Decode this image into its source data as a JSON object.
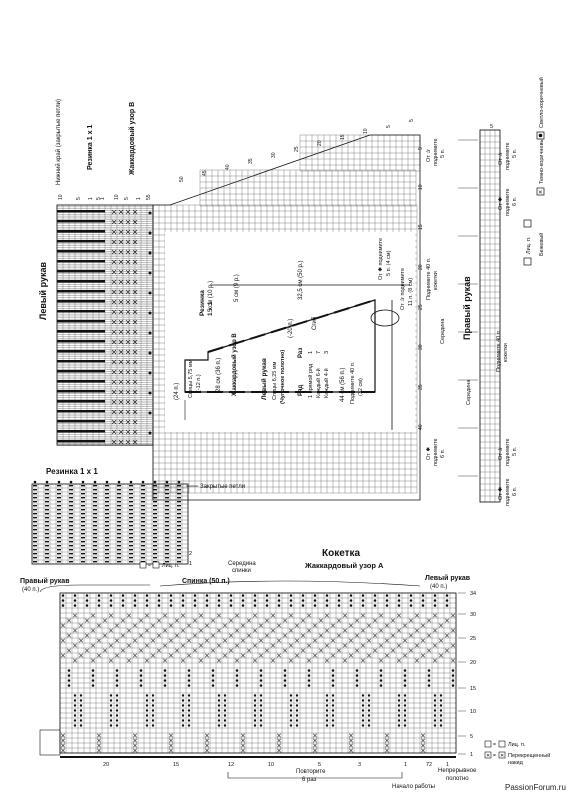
{
  "left_sleeve": {
    "title": "Левый рукав",
    "label_cast_off": "Нижний край (закрытые петли)",
    "label_rib": "Резинка 1 х 1",
    "label_jacquard_b": "Жаккардовый узор В",
    "col_numbers": [
      "10",
      "5",
      "1",
      "5",
      "1",
      "10",
      "5",
      "1",
      "55"
    ],
    "top_numbers": [
      "50",
      "45",
      "40",
      "35",
      "30",
      "25",
      "20",
      "15",
      "10",
      "5",
      "5"
    ],
    "side_numbers": [
      "5",
      "10",
      "15",
      "20",
      "25",
      "30",
      "35",
      "40"
    ],
    "dims": {
      "rib_caption": "Резинка\n1 х 1",
      "d1": "5 см (10 р.)",
      "d2": "5 см (9 р.)",
      "d3": "32,5 см (50 р.)",
      "d4": "(24 п.)",
      "d5": "(-20 п.)",
      "d6": "Сгиб",
      "needles1": "Спицы 5,75 мм",
      "needles1b": "(-12 п.)",
      "d7": "28 см (36 п.)",
      "jacq_b": "Жаккардовый узор В",
      "title_box": "Левый рукав",
      "needles2": "Спицы 6,25 мм",
      "needles2b": "(Чулочное полотно)",
      "rows_head1": "Ряд",
      "rows_head2": "Раз",
      "row1": "1 прямой ряд",
      "row2": "Каждый 6-й",
      "row2v": "7",
      "row3": "Каждый 4-й",
      "row3v": "3",
      "row_first_v": "1",
      "pick40": "Поднимите 40 п.",
      "pick40b": "(32 см)",
      "w44": "44 см (56 п.)",
      "from_star1": "От ✱ поднимите",
      "from_star1b": "5 п. (4 см)",
      "from_star2": "От ✰ поднимите",
      "from_star2b": "11 п. (8 см)",
      "pick_yoke": "Поднимите 40 п.",
      "pick_yoke_b": "кокетки",
      "middle": "Середина",
      "from_star3": "От ✰",
      "from_star3b": "поднимите",
      "from_star3c": "5 п.",
      "from_star4": "От ✱",
      "from_star4b": "поднимите",
      "from_star4c": "6 п."
    }
  },
  "right_sleeve": {
    "title": "Правый рукав",
    "top_number": "5",
    "from_star_top": "От ✰",
    "from_star_top_b": "поднимите",
    "from_star_top_c": "5 п.",
    "from_star_mid": "От ✱",
    "from_star_mid_b": "поднимите",
    "from_star_mid_c": "6 п.",
    "pick40": "Поднимите 40 п.",
    "pick40b": "кокетки",
    "middle": "Середина",
    "from_star_bot": "От ✰",
    "from_star_bot_b": "поднимите",
    "from_star_bot_c": "5 п.",
    "from_star_bot2": "От ✱",
    "from_star_bot2_b": "поднимите",
    "from_star_bot2_c": "6 п."
  },
  "legend_right": {
    "knit": "Лиц. п.",
    "beige": "Бежевый",
    "dark_brown": "Темно-коричневый",
    "light_brown": "Светло-коричневый"
  },
  "rib_chart": {
    "title": "Резинка 1 х 1",
    "cast_off": "Закрытые петли",
    "row_numbers": [
      "2",
      "1"
    ],
    "legend_knit": "Лиц. п."
  },
  "yoke": {
    "title": "Кокетка",
    "subtitle": "Жаккардовый узор А",
    "back_middle": "Середина\nспинки",
    "right_sleeve": "Правый рукав",
    "right_sleeve_n": "(40 п.)",
    "back": "Спинка (50 п.)",
    "left_sleeve": "Левый рукав",
    "left_sleeve_n": "(40 п.)",
    "row_numbers": [
      "34",
      "30",
      "25",
      "20",
      "15",
      "10",
      "5",
      "1"
    ],
    "bottom_numbers": [
      "20",
      "15",
      "12",
      "10",
      "5",
      "3",
      "1",
      "72",
      "1"
    ],
    "repeat": "Повторите\n6 раз",
    "start": "Начало работы",
    "continuous": "Непрерывное\nполотно",
    "legend_knit": "Лиц. п.",
    "legend_cross": "Перекрещенный\nнакид"
  },
  "watermark": "PassionForum.ru",
  "colors": {
    "ink": "#111111",
    "grid": "#555555",
    "bg": "#ffffff"
  }
}
